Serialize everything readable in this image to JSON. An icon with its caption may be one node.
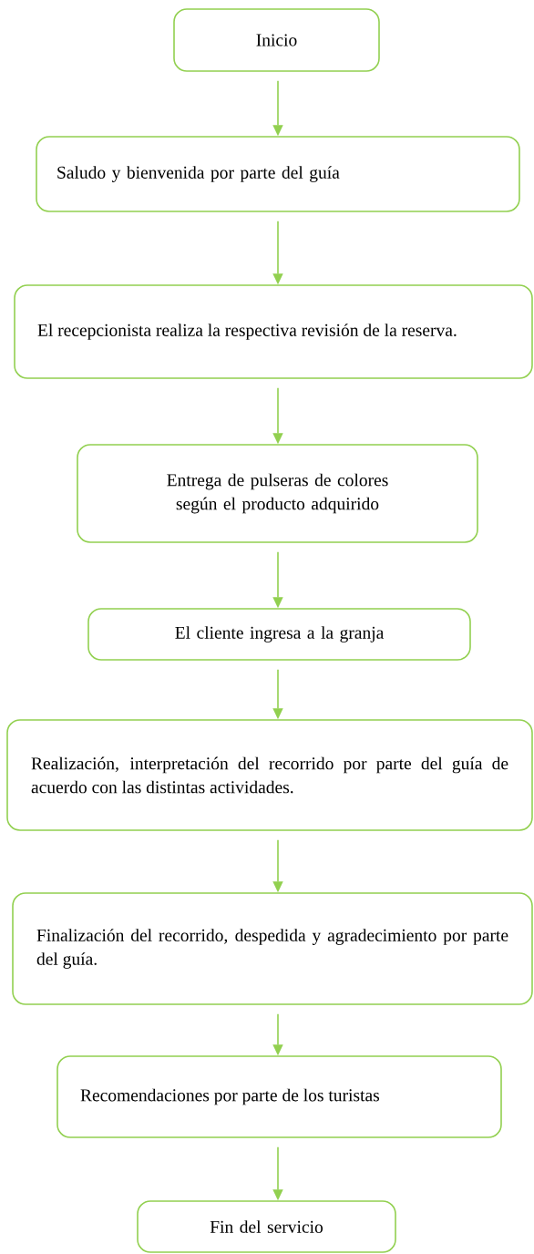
{
  "diagram": {
    "nodes": [
      {
        "text": [
          "Inicio"
        ]
      },
      {
        "text": [
          "Saludo y bienvenida por parte del guía"
        ]
      },
      {
        "text": [
          "El recepcionista realiza la respectiva revisión de la reserva."
        ]
      },
      {
        "text": [
          "Entrega de pulseras de colores según el producto adquirido"
        ]
      },
      {
        "text": [
          "El cliente ingresa a la granja"
        ]
      },
      {
        "text": [
          "Realización, interpretación del recorrido por parte del guía de acuerdo con las distintas actividades."
        ]
      },
      {
        "text": [
          "Finalización del recorrido, despedida y agradecimiento por parte del guía."
        ]
      },
      {
        "text": [
          "Recomendaciones por parte de los turistas"
        ]
      },
      {
        "text": [
          "Fin del servicio"
        ]
      }
    ],
    "edges": [
      {
        "from": 0,
        "to": 1,
        "arrow": "to"
      },
      {
        "from": 1,
        "to": 2,
        "arrow": "to"
      },
      {
        "from": 2,
        "to": 3,
        "arrow": "to"
      },
      {
        "from": 3,
        "to": 4,
        "arrow": "to"
      },
      {
        "from": 4,
        "to": 5,
        "arrow": "to"
      },
      {
        "from": 5,
        "to": 6,
        "arrow": "to"
      },
      {
        "from": 6,
        "to": 7,
        "arrow": "to"
      },
      {
        "from": 7,
        "to": 8,
        "arrow": "to"
      }
    ]
  }
}
